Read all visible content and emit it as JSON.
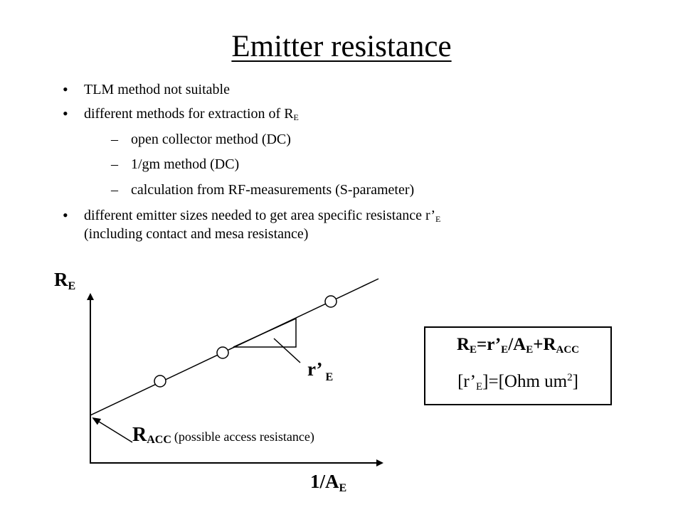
{
  "slide": {
    "title": "Emitter resistance",
    "bullets": [
      {
        "text": "TLM method not suitable"
      },
      {
        "text": "different methods for extraction of R",
        "sub": "E"
      },
      {
        "text": "different emitter sizes needed to get area specific resistance r’",
        "sub": "E",
        "line2": "(including contact and mesa resistance)"
      }
    ],
    "subitems": [
      {
        "dash": "–",
        "text": "open collector method (DC)"
      },
      {
        "dash": "–",
        "text": "1/gm method (DC)"
      },
      {
        "dash": "–",
        "text": "calculation from RF-measurements (S-parameter)"
      }
    ]
  },
  "diagram": {
    "y_label": {
      "main": "R",
      "sub": "E"
    },
    "x_label": {
      "main": "1/A",
      "sub": "E"
    },
    "slope_label": {
      "main": "r’",
      "sub": "E"
    },
    "intercept_label": {
      "main": "R",
      "sub": "ACC",
      "note": "(possible access resistance)"
    }
  },
  "formula_box": {
    "line1": {
      "p1": "R",
      "s1": "E",
      "p2": "=r’",
      "s2": "E",
      "p3": "/A",
      "s3": "E",
      "p4": "+R",
      "s4": "ACC"
    },
    "line2": {
      "p1": "[r’",
      "s1": "E",
      "p2": "]=[Ohm um",
      "sup": "2",
      "p3": "]"
    }
  }
}
